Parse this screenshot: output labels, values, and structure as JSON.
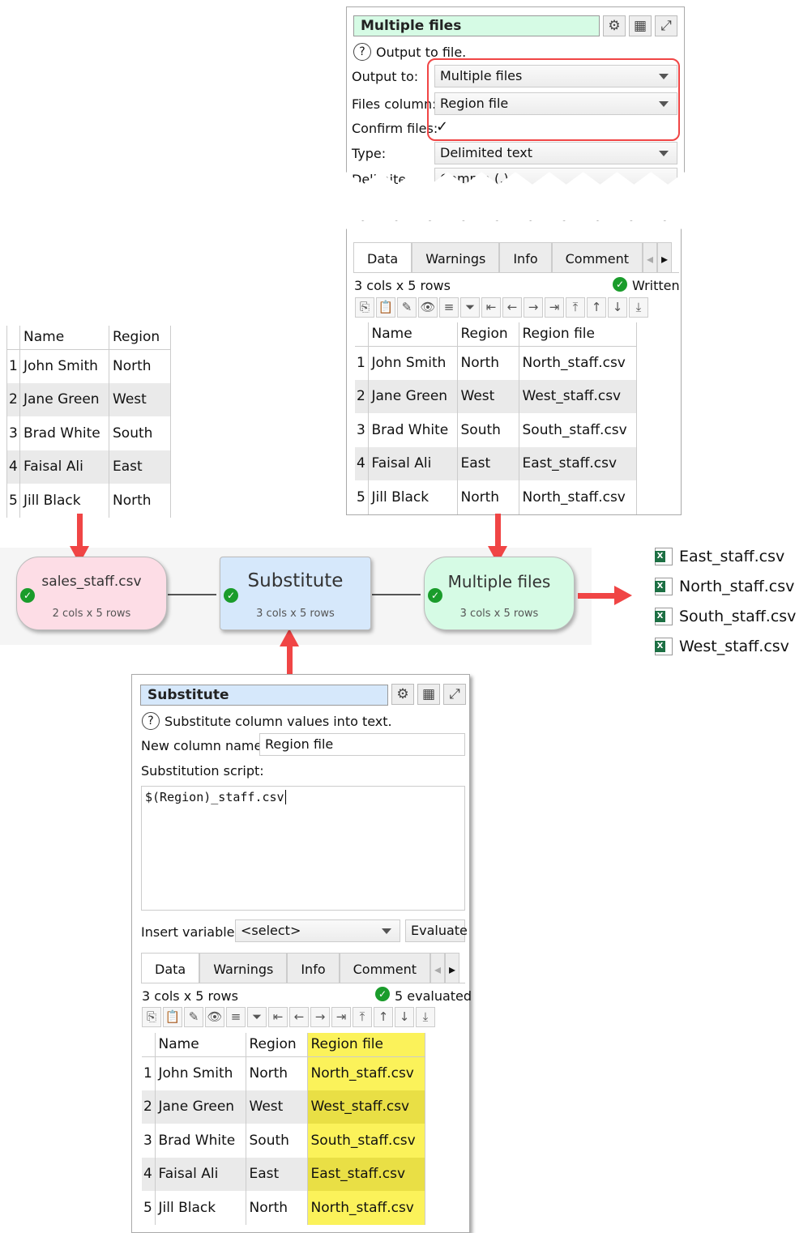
{
  "output_panel": {
    "title": "Multiple files",
    "help": "Output to file.",
    "output_to_label": "Output to:",
    "output_to_value": "Multiple files",
    "files_column_label": "Files column:",
    "files_column_value": "Region file",
    "confirm_files_label": "Confirm files:",
    "confirm_files_checked": true,
    "type_label": "Type:",
    "type_value": "Delimited text",
    "delimiter_label": "Delimiter:",
    "delimiter_value": "Comma (,)",
    "tabs": [
      "Data",
      "Warnings",
      "Info",
      "Comment"
    ],
    "status_dims": "3 cols x 5 rows",
    "status": "Written",
    "columns": [
      "Name",
      "Region",
      "Region file"
    ],
    "rows": [
      [
        "1",
        "John Smith",
        "North",
        "North_staff.csv"
      ],
      [
        "2",
        "Jane Green",
        "West",
        "West_staff.csv"
      ],
      [
        "3",
        "Brad White",
        "South",
        "South_staff.csv"
      ],
      [
        "4",
        "Faisal Ali",
        "East",
        "East_staff.csv"
      ],
      [
        "5",
        "Jill Black",
        "North",
        "North_staff.csv"
      ]
    ]
  },
  "input_table": {
    "columns": [
      "Name",
      "Region"
    ],
    "rows": [
      [
        "1",
        "John Smith",
        "North"
      ],
      [
        "2",
        "Jane Green",
        "West"
      ],
      [
        "3",
        "Brad White",
        "South"
      ],
      [
        "4",
        "Faisal Ali",
        "East"
      ],
      [
        "5",
        "Jill Black",
        "North"
      ]
    ]
  },
  "flow": {
    "nodes": [
      {
        "title": "sales_staff.csv",
        "subtitle": "2 cols x 5 rows",
        "color": "#fddde6"
      },
      {
        "title": "Substitute",
        "subtitle": "3 cols x 5 rows",
        "color": "#d6e8fb"
      },
      {
        "title": "Multiple files",
        "subtitle": "3 cols x 5 rows",
        "color": "#d6fbe5"
      }
    ],
    "output_files": [
      "East_staff.csv",
      "North_staff.csv",
      "South_staff.csv",
      "West_staff.csv"
    ],
    "arrow_color": "#f04545"
  },
  "substitute_panel": {
    "title": "Substitute",
    "help": "Substitute column values into text.",
    "new_column_label": "New column name:",
    "new_column_value": "Region file",
    "script_label": "Substitution script:",
    "script_value": "$(Region)_staff.csv",
    "insert_variable_label": "Insert variable:",
    "insert_variable_value": "<select>",
    "evaluate_label": "Evaluate",
    "tabs": [
      "Data",
      "Warnings",
      "Info",
      "Comment"
    ],
    "status_dims": "3 cols x 5 rows",
    "status": "5 evaluated",
    "columns": [
      "Name",
      "Region",
      "Region file"
    ],
    "highlight_color": "#fbf25a",
    "rows": [
      [
        "1",
        "John Smith",
        "North",
        "North_staff.csv"
      ],
      [
        "2",
        "Jane Green",
        "West",
        "West_staff.csv"
      ],
      [
        "3",
        "Brad White",
        "South",
        "South_staff.csv"
      ],
      [
        "4",
        "Faisal Ali",
        "East",
        "East_staff.csv"
      ],
      [
        "5",
        "Jill Black",
        "North",
        "North_staff.csv"
      ]
    ]
  },
  "toolbar_icons": [
    "export-icon",
    "paste-icon",
    "edit-icon",
    "eye-icon",
    "sort-icon",
    "filter-icon",
    "first-column-icon",
    "left-icon",
    "right-icon",
    "last-column-icon",
    "top-icon",
    "up-icon",
    "down-icon",
    "bottom-icon"
  ]
}
